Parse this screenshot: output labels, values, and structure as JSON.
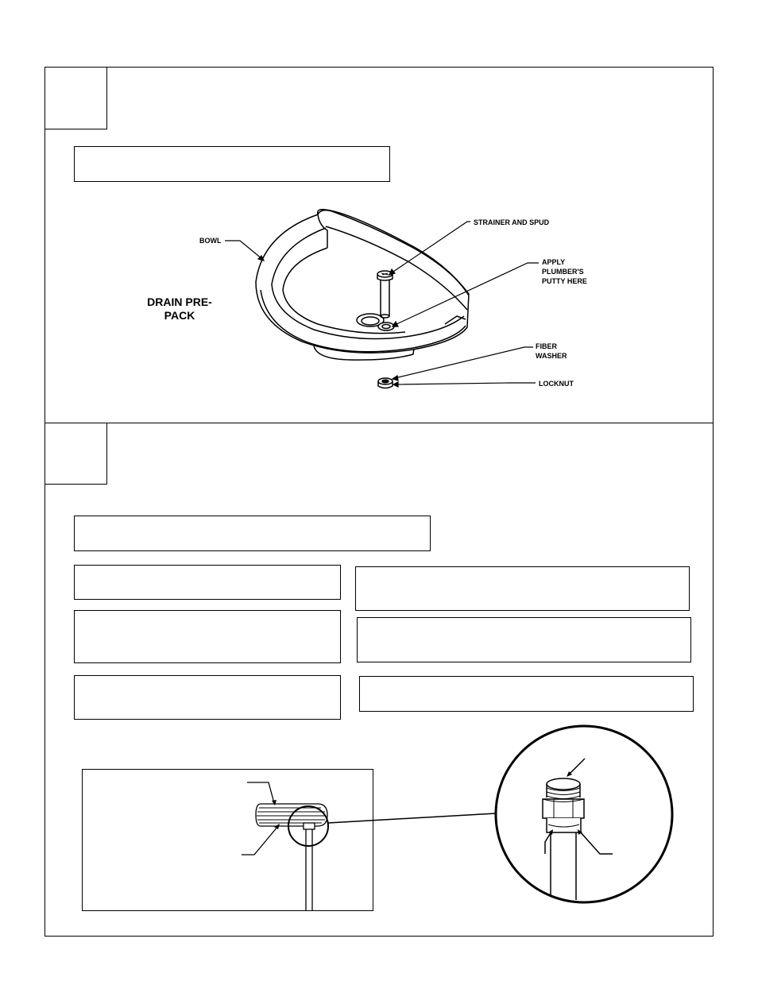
{
  "step1": {
    "labels": {
      "bowl": "BOWL",
      "drain_title_line1": "DRAIN PRE-",
      "drain_title_line2": "PACK",
      "strainer": "STRAINER AND SPUD",
      "putty_line1": "APPLY",
      "putty_line2": "PLUMBER'S",
      "putty_line3": "PUTTY HERE",
      "washer_line1": "FIBER",
      "washer_line2": "WASHER",
      "locknut": "LOCKNUT"
    }
  },
  "icons": {
    "bowl": "bowl-illustration",
    "pipe": "pipe-illustration",
    "fitting": "fitting-detail-illustration"
  }
}
